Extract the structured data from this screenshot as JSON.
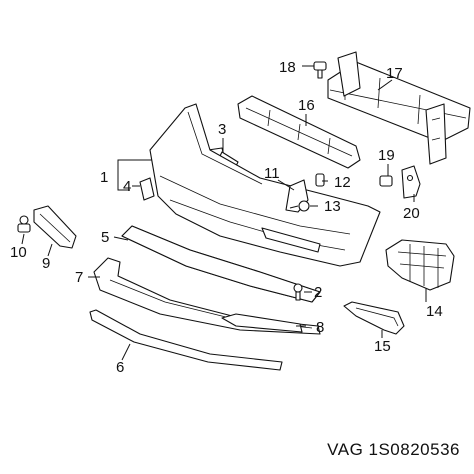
{
  "callouts": {
    "c1": "1",
    "c2": "2",
    "c3": "3",
    "c4": "4",
    "c5": "5",
    "c6": "6",
    "c7": "7",
    "c8": "8",
    "c9": "9",
    "c10": "10",
    "c11": "11",
    "c12": "12",
    "c13": "13",
    "c14": "14",
    "c15": "15",
    "c16": "16",
    "c17": "17",
    "c18": "18",
    "c19": "19",
    "c20": "20"
  },
  "footer": {
    "label": "VAG 1S0820536"
  }
}
